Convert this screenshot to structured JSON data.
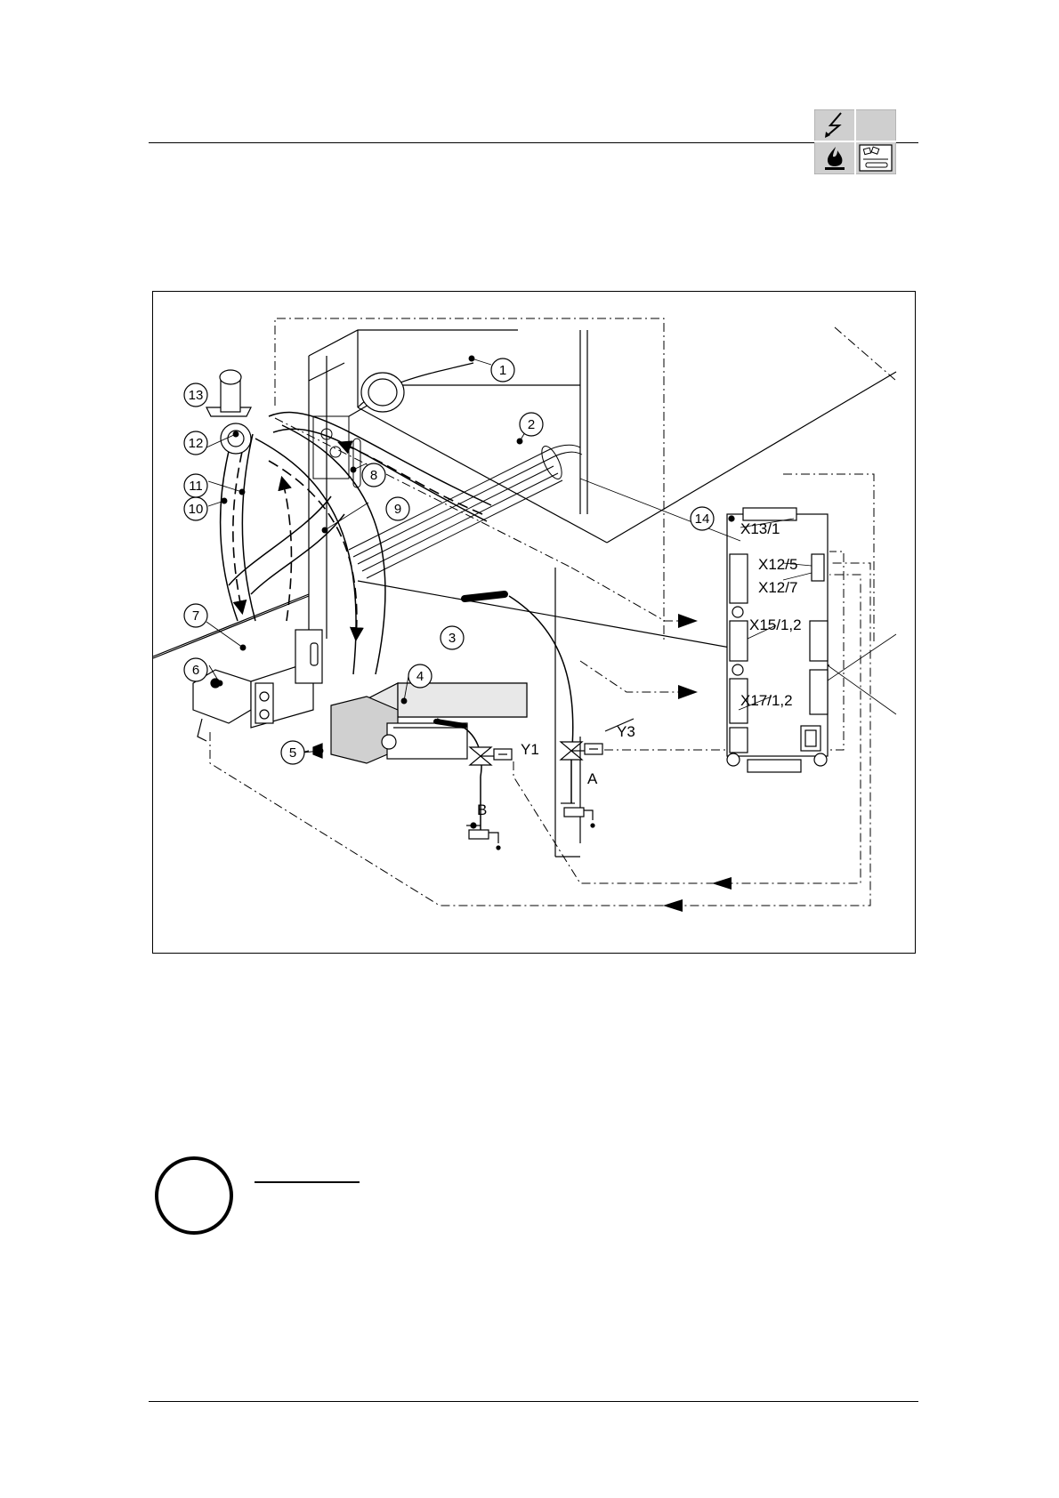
{
  "header": {
    "section_icons": [
      "electrical-bolt-icon",
      "blank-icon",
      "gas-flame-icon",
      "component-board-icon"
    ]
  },
  "figure": {
    "callouts": [
      "1",
      "2",
      "3",
      "4",
      "5",
      "6",
      "7",
      "8",
      "9",
      "10",
      "11",
      "12",
      "13",
      "14"
    ],
    "connectors": [
      "X13/1",
      "X12/5",
      "X12/7",
      "X15/1,2",
      "X17/1,2"
    ],
    "valves": [
      "Y1",
      "Y3"
    ],
    "supplies": [
      "A",
      "B"
    ]
  },
  "note": {
    "icon": "info-circle-icon"
  }
}
